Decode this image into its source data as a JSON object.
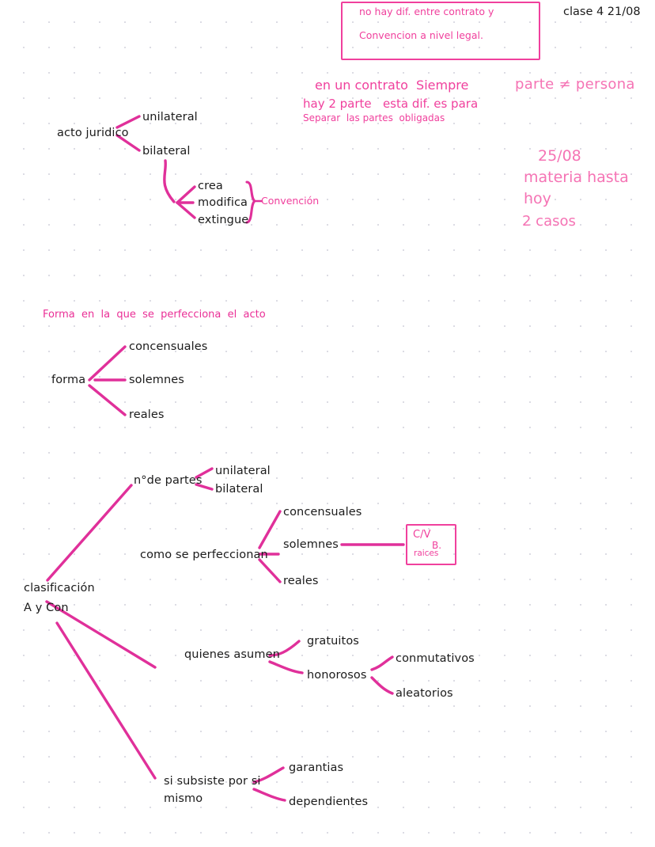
{
  "page": {
    "header_note": "clase 4 21/08",
    "accent_pink": "#f0409d",
    "line_pink": "#e0309a",
    "ink_black": "#1b1b1b",
    "paper": "#ffffff",
    "dot_color": "#dcdce4"
  },
  "callout_box": {
    "line1": "no hay dif. entre contrato y",
    "line2": "Convencion a nivel legal."
  },
  "annotations": {
    "contrato_note": {
      "line1": "en un contrato  Siempre",
      "line2": "hay 2 parte   esta dif. es para",
      "line3": "Separar  las partes  obligadas"
    },
    "parte_persona": "parte ≠ persona",
    "date_block": {
      "line1": "25/08",
      "line2": "materia hasta",
      "line3": "hoy",
      "line4": "2 casos"
    },
    "forma_heading": "Forma  en  la  que  se  perfecciona  el  acto",
    "convencion_label": "Convención"
  },
  "tree_acto": {
    "root": "acto juridico",
    "branch_unilateral": "unilateral",
    "branch_bilateral": "bilateral",
    "effects": {
      "crea": "crea",
      "modifica": "modifica",
      "extingue": "extingue"
    }
  },
  "tree_forma": {
    "root": "forma",
    "children": [
      "concensuales",
      "solemnes",
      "reales"
    ]
  },
  "tree_clasificacion": {
    "root_line1": "clasificación",
    "root_line2": "A y Con",
    "branch_partes": {
      "label": "n°de partes",
      "children": [
        "unilateral",
        "bilateral"
      ]
    },
    "branch_perfeccionan": {
      "label": "como se perfeccionan",
      "children": [
        "concensuales",
        "solemnes",
        "reales"
      ],
      "solemnes_note": {
        "line1": "C/V",
        "line2": "B.",
        "line3": "raices"
      }
    },
    "branch_asumen": {
      "label": "quienes asumen",
      "children": [
        "gratuitos",
        "honorosos"
      ],
      "honorosos_children": [
        "conmutativos",
        "aleatorios"
      ]
    },
    "branch_subsiste": {
      "label_line1": "si subsiste por si",
      "label_line2": "mismo",
      "children": [
        "garantias",
        "dependientes"
      ]
    }
  }
}
